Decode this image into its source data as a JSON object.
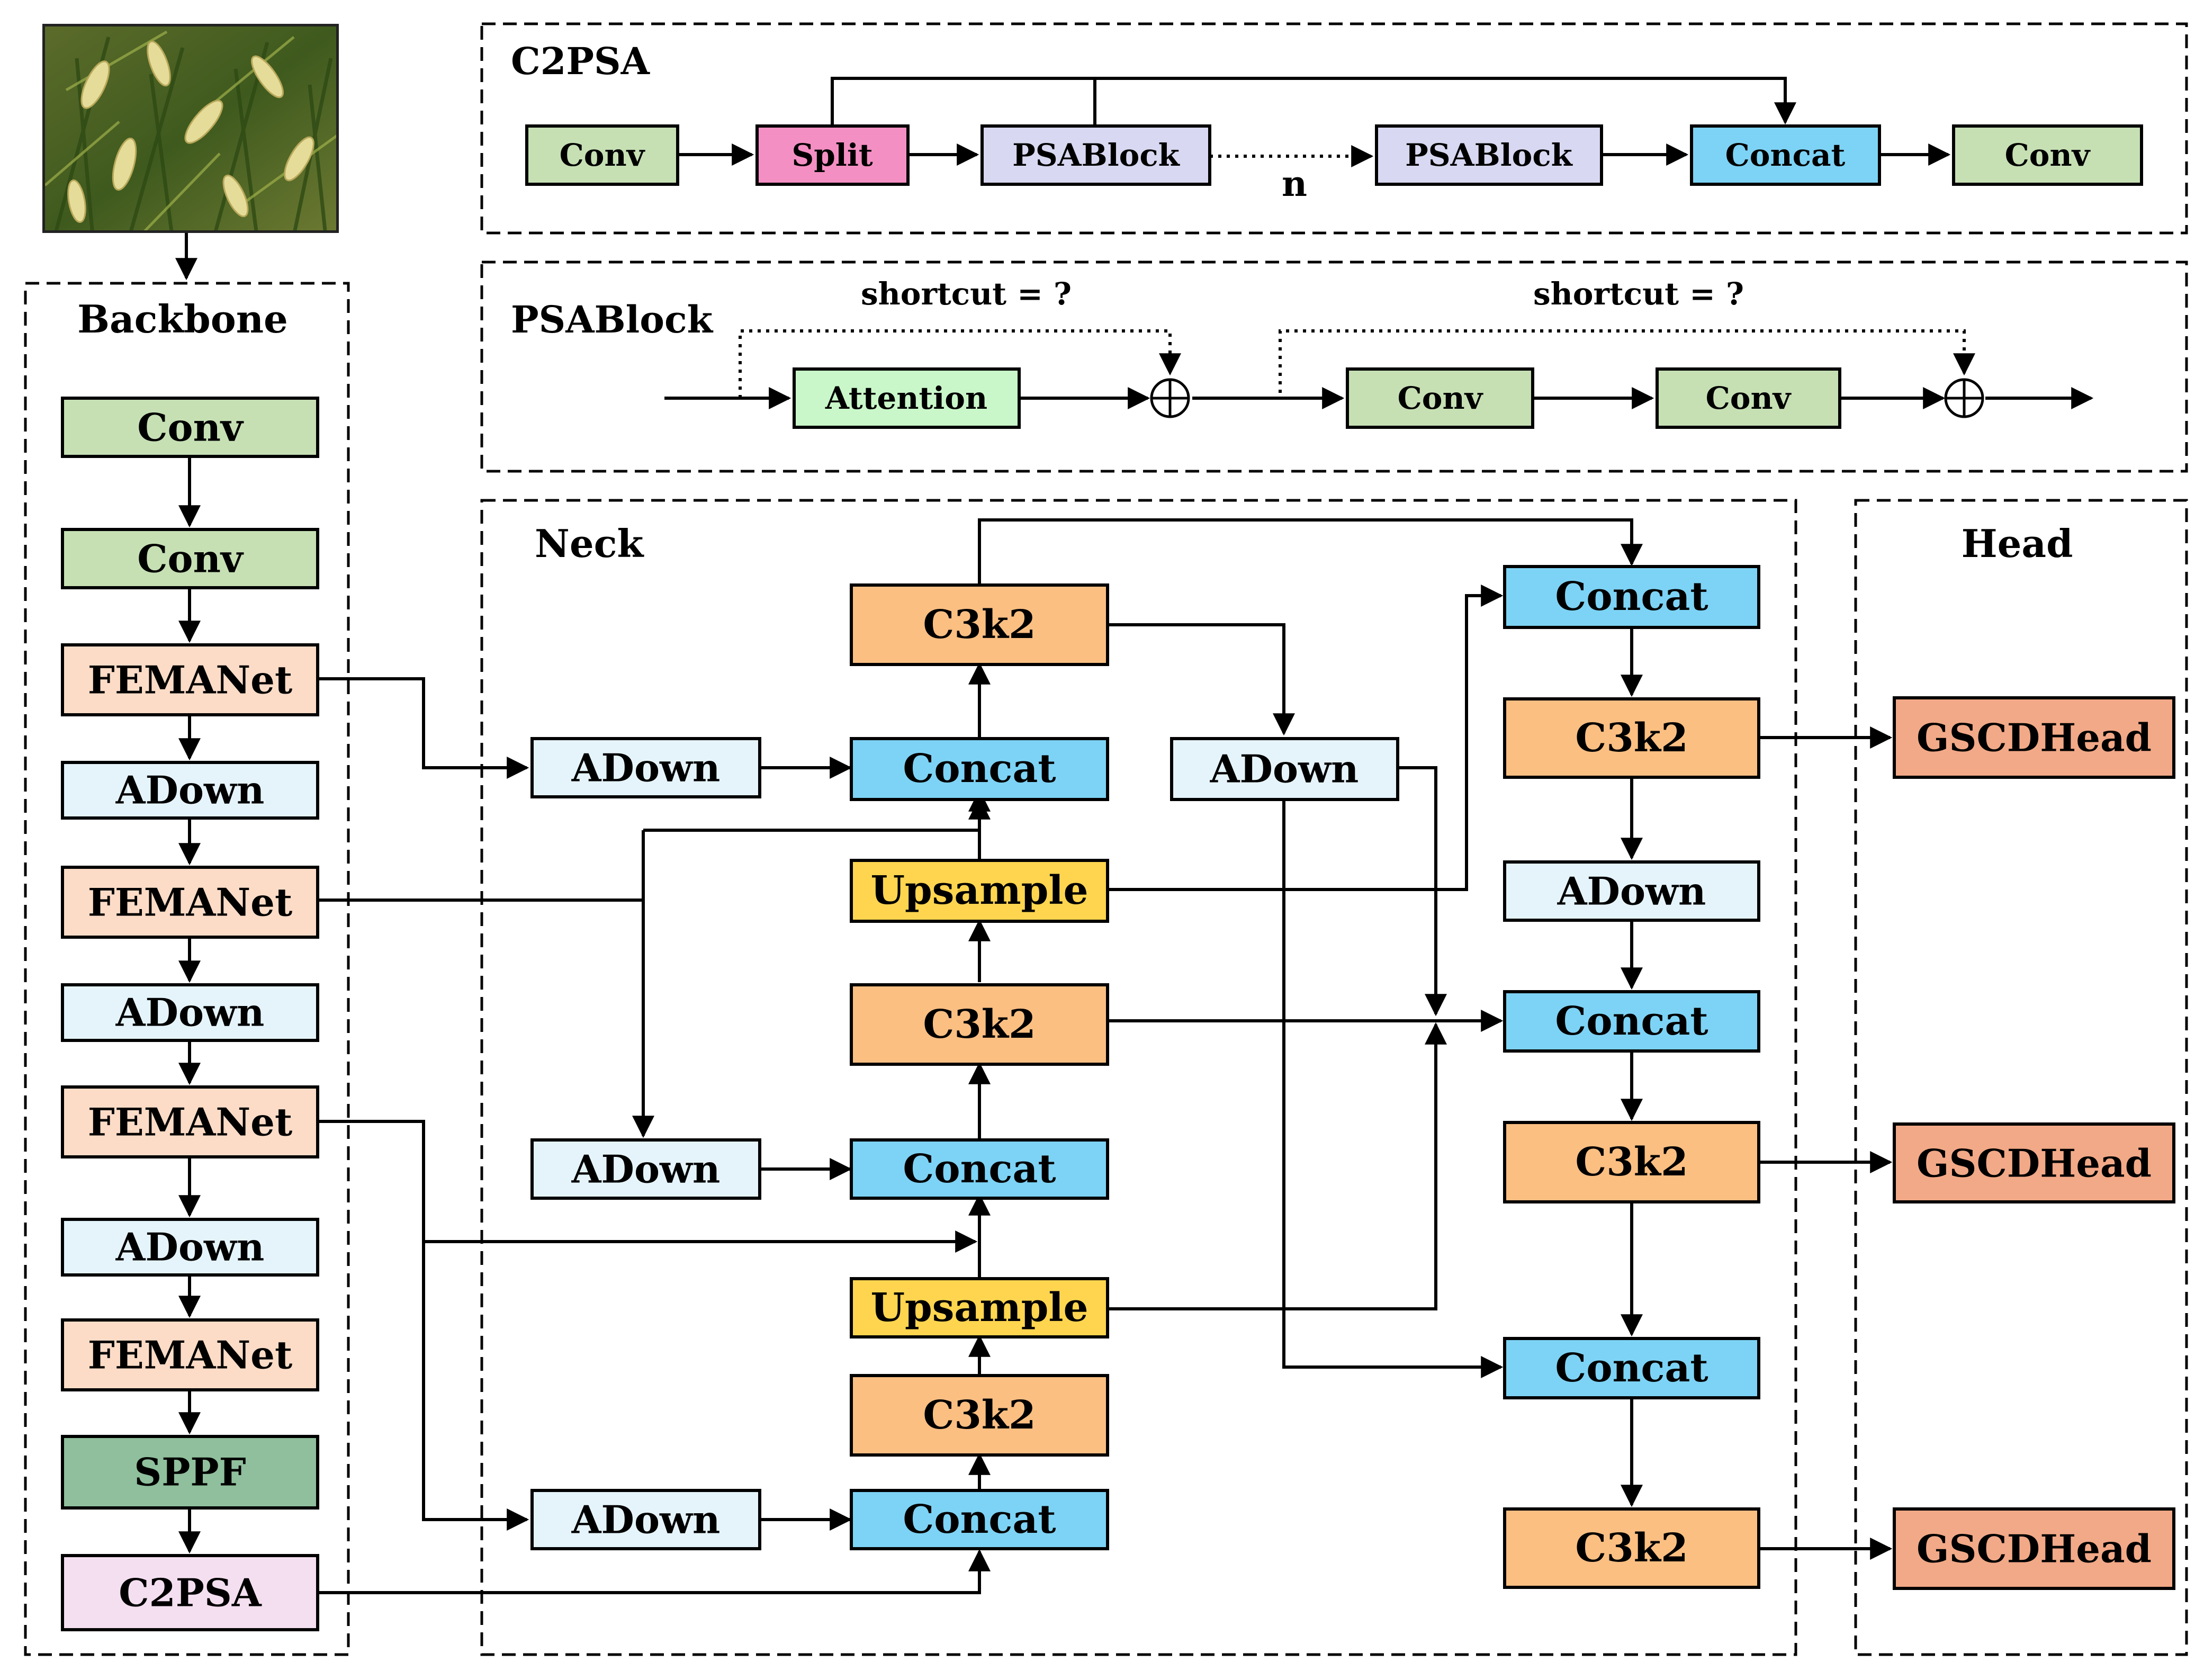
{
  "sections": {
    "c2psa": "C2PSA",
    "psablock": "PSABlock",
    "backbone": "Backbone",
    "neck": "Neck",
    "head": "Head"
  },
  "labels": {
    "n": "n",
    "shortcut_1": "shortcut = ?",
    "shortcut_2": "shortcut = ?"
  },
  "colors": {
    "conv": "#c6e0b4",
    "split": "#f48fc3",
    "psablock": "#d8d8f2",
    "concat": "#7dd3f5",
    "attention": "#c9f7c9",
    "femanet": "#fcdcc7",
    "adown": "#e5f4fb",
    "sppf": "#8fbf9c",
    "c2psa": "#f4dff0",
    "c3k2": "#fbbf82",
    "upsample": "#ffd54f",
    "gscdhead": "#f2a987"
  },
  "blocks": {
    "c2psa_conv_in": "Conv",
    "c2psa_split": "Split",
    "c2psa_psablock_1": "PSABlock",
    "c2psa_psablock_2": "PSABlock",
    "c2psa_concat": "Concat",
    "c2psa_conv_out": "Conv",
    "psa_attention": "Attention",
    "psa_conv_1": "Conv",
    "psa_conv_2": "Conv",
    "bb_conv_1": "Conv",
    "bb_conv_2": "Conv",
    "bb_femanet_1": "FEMANet",
    "bb_adown_1": "ADown",
    "bb_femanet_2": "FEMANet",
    "bb_adown_2": "ADown",
    "bb_femanet_3": "FEMANet",
    "bb_adown_3": "ADown",
    "bb_femanet_4": "FEMANet",
    "bb_sppf": "SPPF",
    "bb_c2psa": "C2PSA",
    "nk_adown_1": "ADown",
    "nk_adown_2": "ADown",
    "nk_adown_3": "ADown",
    "nk_c3k2_1": "C3k2",
    "nk_concat_1": "Concat",
    "nk_upsample_1": "Upsample",
    "nk_c3k2_2": "C3k2",
    "nk_concat_2": "Concat",
    "nk_upsample_2": "Upsample",
    "nk_c3k2_3": "C3k2",
    "nk_concat_3": "Concat",
    "nk_adown_4": "ADown",
    "nk_concat_4": "Concat",
    "nk_c3k2_4": "C3k2",
    "nk_adown_5": "ADown",
    "nk_concat_5": "Concat",
    "nk_c3k2_5": "C3k2",
    "nk_concat_6": "Concat",
    "nk_c3k2_6": "C3k2",
    "hd_gscdhead_1": "GSCDHead",
    "hd_gscdhead_2": "GSCDHead",
    "hd_gscdhead_3": "GSCDHead"
  }
}
